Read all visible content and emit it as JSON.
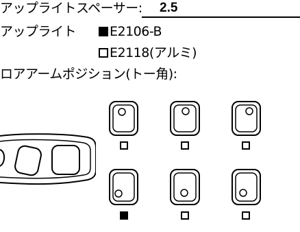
{
  "spacer": {
    "label": "アップライトスペーサー:",
    "value": "2.5"
  },
  "upright": {
    "label": "アップライト",
    "options": [
      {
        "code": "E2106-B",
        "checked": true
      },
      {
        "code": "E2118(アルミ)",
        "checked": false
      }
    ]
  },
  "lower_arm": {
    "label": "ロアアームポジション(トー角):",
    "positions": [
      {
        "checked": false
      },
      {
        "checked": false
      },
      {
        "checked": false
      },
      {
        "checked": true
      },
      {
        "checked": false
      },
      {
        "checked": false
      }
    ]
  }
}
